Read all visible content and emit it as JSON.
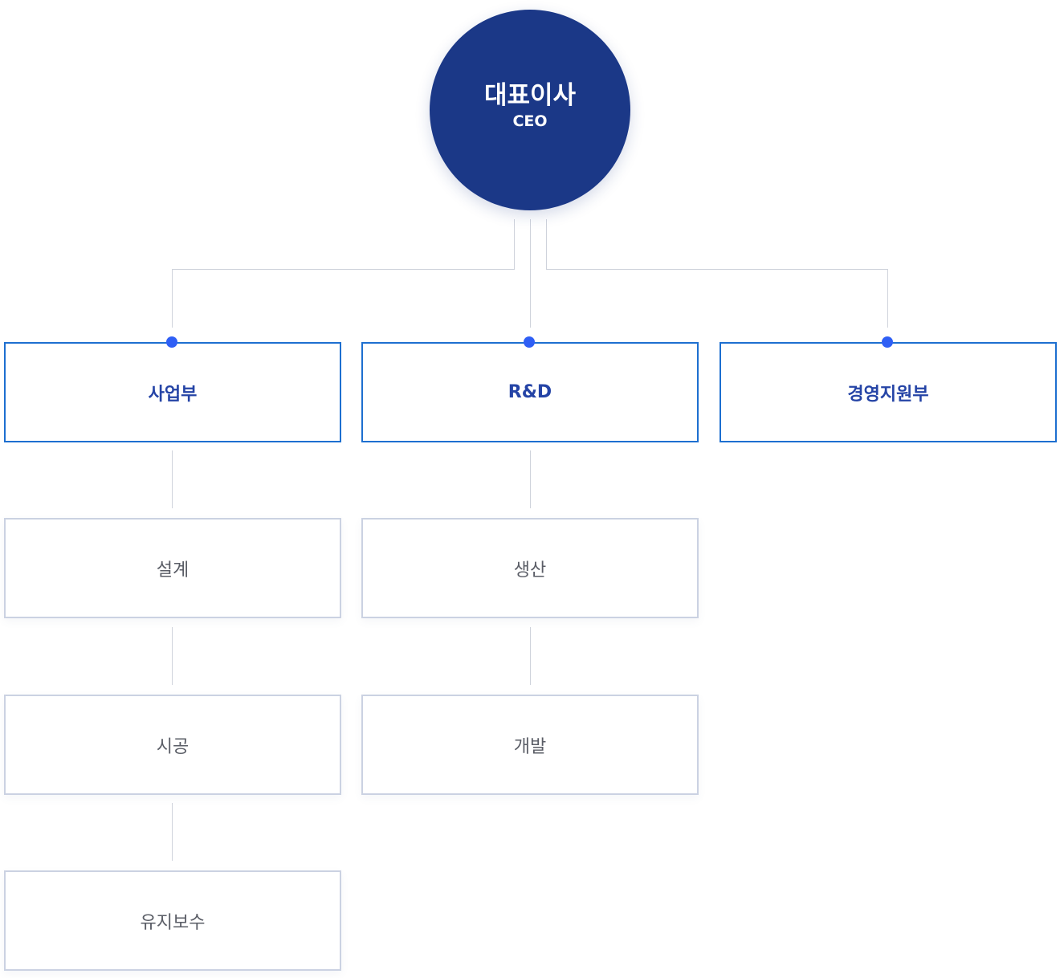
{
  "ceo": {
    "title": "대표이사",
    "subtitle": "CEO"
  },
  "departments": [
    {
      "name": "사업부",
      "teams": [
        "설계",
        "시공",
        "유지보수"
      ]
    },
    {
      "name": "R&D",
      "teams": [
        "생산",
        "개발"
      ]
    },
    {
      "name": "경영지원부",
      "teams": []
    }
  ],
  "colors": {
    "ceo_fill": "#1b3887",
    "department_border": "#1d6fd0",
    "department_text": "#2544a6",
    "team_border": "#cbd2e2",
    "team_text": "#5a5d66",
    "connector": "#cfd3dc",
    "dot": "#2f5ff5"
  }
}
